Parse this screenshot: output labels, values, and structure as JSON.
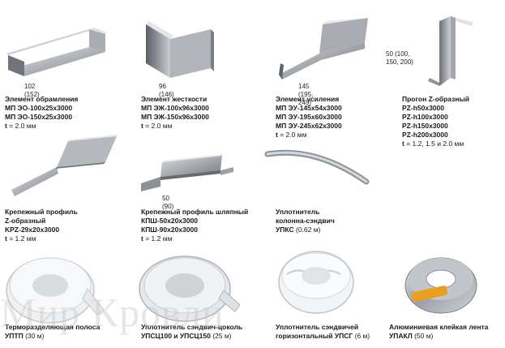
{
  "items": [
    {
      "dimension": "102 (152)",
      "title": "Элемент обрамления",
      "lines": [
        "МП ЭО-100х25х3000",
        "МП ЭО-150х25х3000"
      ],
      "thickness_label": "t",
      "thickness_value": "= 2.0 мм"
    },
    {
      "dimension": "96 (146)",
      "title": "Элемент жесткости",
      "lines": [
        "МП ЭЖ-100х96х3000",
        "МП ЭЖ-150х96х3000"
      ],
      "thickness_label": "t",
      "thickness_value": "= 2.0 мм"
    },
    {
      "dimension": "145 (195, 245)",
      "title": "Элемент усиления",
      "lines": [
        "МП ЭУ-145х54х3000",
        "МП ЭУ-195х60х3000",
        "МП ЭУ-245х62х3000"
      ],
      "thickness_label": "t",
      "thickness_value": "= 2.0 мм"
    },
    {
      "dimension": "50 (100,\n150, 200)",
      "title": "Прогон Z-образный",
      "lines": [
        "PZ-h50х3000",
        "PZ-h100х3000",
        "PZ-h150х3000",
        "PZ-h200х3000"
      ],
      "thickness_label": "t",
      "thickness_value": "= 1.2, 1.5 и 2.0 мм"
    },
    {
      "title": "Крепежный профиль",
      "title2": "Z-образный",
      "lines": [
        "KPZ-29х20х3000"
      ],
      "thickness_label": "t",
      "thickness_value": "= 1.2 мм"
    },
    {
      "dimension": "50 (90)",
      "title": "Крепежный профиль шляпный",
      "lines": [
        "КПШ-50х20х3000",
        "КПШ-90х20х3000"
      ],
      "thickness_label": "t",
      "thickness_value": "= 1.2 мм"
    },
    {
      "title": "Уплотнитель",
      "title2": "колонна-сэндвич",
      "code": "УПКС",
      "extra": "(0.62 м)"
    },
    {
      "title": "Терморазделяющая полоса",
      "code": "УПТП",
      "extra": "(30 м)"
    },
    {
      "title": "Уплотнитель сэндвич-цоколь",
      "code": "УПСЦ100 и УПСЦ150",
      "extra": "(25 м)"
    },
    {
      "title": "Уплотнитель сэндвичей",
      "title2": "горизонтальный",
      "code": "УПСГ",
      "extra": "(6 м)"
    },
    {
      "title": "Алюминиевая клейкая лента",
      "code": "УПАКЛ",
      "extra": "(50 м)"
    }
  ],
  "watermark": "Мир Кровли",
  "colors": {
    "metal_light": "#d9dbde",
    "metal_mid": "#9a9ea4",
    "metal_dark": "#5c6068",
    "foam": "#f2f4f6",
    "tape_silver": "#b8bcc2",
    "tape_label": "#e8a020"
  }
}
